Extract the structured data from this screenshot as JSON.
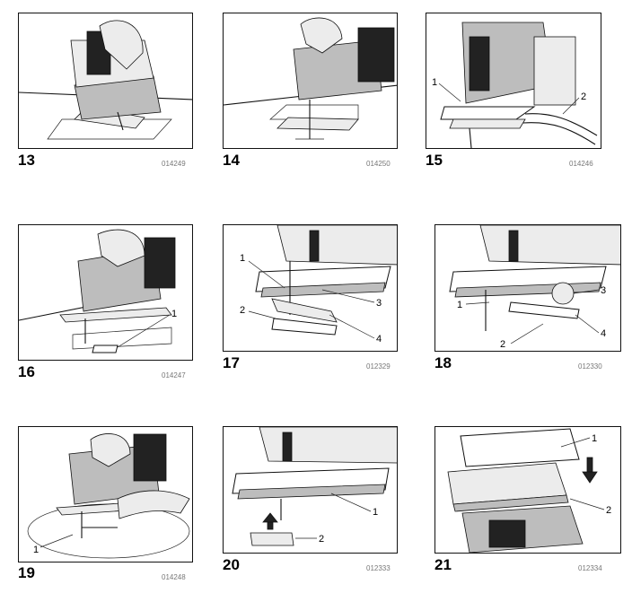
{
  "figures": [
    {
      "number": "13",
      "code": "014249",
      "callouts": []
    },
    {
      "number": "14",
      "code": "014250",
      "callouts": []
    },
    {
      "number": "15",
      "code": "014246",
      "callouts": [
        "1",
        "2"
      ]
    },
    {
      "number": "16",
      "code": "014247",
      "callouts": [
        "1"
      ]
    },
    {
      "number": "17",
      "code": "012329",
      "callouts": [
        "1",
        "2",
        "3",
        "4"
      ]
    },
    {
      "number": "18",
      "code": "012330",
      "callouts": [
        "1",
        "2",
        "3",
        "4"
      ]
    },
    {
      "number": "19",
      "code": "014248",
      "callouts": [
        "1"
      ]
    },
    {
      "number": "20",
      "code": "012333",
      "callouts": [
        "1",
        "2"
      ]
    },
    {
      "number": "21",
      "code": "012334",
      "callouts": [
        "1",
        "2"
      ]
    }
  ]
}
